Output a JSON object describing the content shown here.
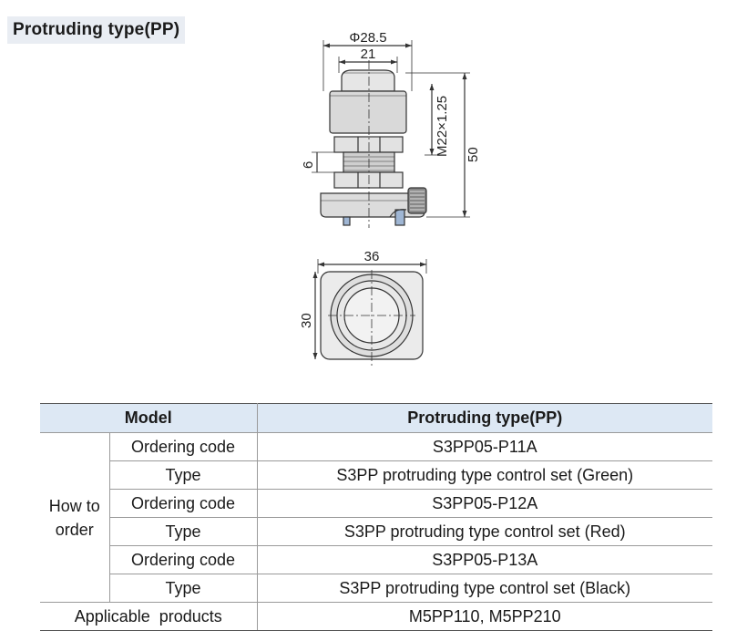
{
  "section_title": "Protruding type(PP)",
  "dimensions": {
    "outer_diameter": "Φ28.5",
    "head_width": "21",
    "thread": "M22×1.25",
    "total_height": "50",
    "panel_thickness": "6",
    "base_width": "36",
    "base_height": "30"
  },
  "table": {
    "header_model": "Model",
    "header_value": "Protruding type(PP)",
    "how_to_order": "How to order",
    "rows": [
      {
        "label": "Ordering code",
        "value": "S3PP05-P11A"
      },
      {
        "label": "Type",
        "value": "S3PP protruding type control set (Green)"
      },
      {
        "label": "Ordering code",
        "value": "S3PP05-P12A"
      },
      {
        "label": "Type",
        "value": "S3PP protruding type control set (Red)"
      },
      {
        "label": "Ordering code",
        "value": "S3PP05-P13A"
      },
      {
        "label": "Type",
        "value": "S3PP protruding type control set (Black)"
      }
    ],
    "applicable_label": "Applicable  products",
    "applicable_value": "M5PP110, M5PP210"
  }
}
